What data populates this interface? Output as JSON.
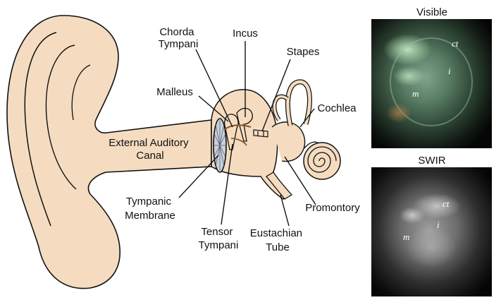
{
  "diagram": {
    "labels": {
      "chorda_tympani": [
        "Chorda",
        "Tympani"
      ],
      "incus": "Incus",
      "stapes": "Stapes",
      "malleus": "Malleus",
      "cochlea": "Cochlea",
      "external_auditory_canal": [
        "External Auditory",
        "Canal"
      ],
      "tympanic_membrane": [
        "Tympanic",
        "Membrane"
      ],
      "promontory": "Promontory",
      "tensor_tympani": [
        "Tensor",
        "Tympani"
      ],
      "eustachian_tube": [
        "Eustachian",
        "Tube"
      ]
    },
    "colors": {
      "skin_fill": "#f5dcc0",
      "outline": "#111111",
      "membrane": "#c9d1dc",
      "chorda_nerve": "#8a5a2b"
    }
  },
  "panels": {
    "visible": {
      "title": "Visible",
      "annotations": {
        "ct": "ct",
        "i": "i",
        "m": "m"
      }
    },
    "swir": {
      "title": "SWIR",
      "annotations": {
        "ct": "ct",
        "i": "i",
        "m": "m"
      }
    }
  }
}
